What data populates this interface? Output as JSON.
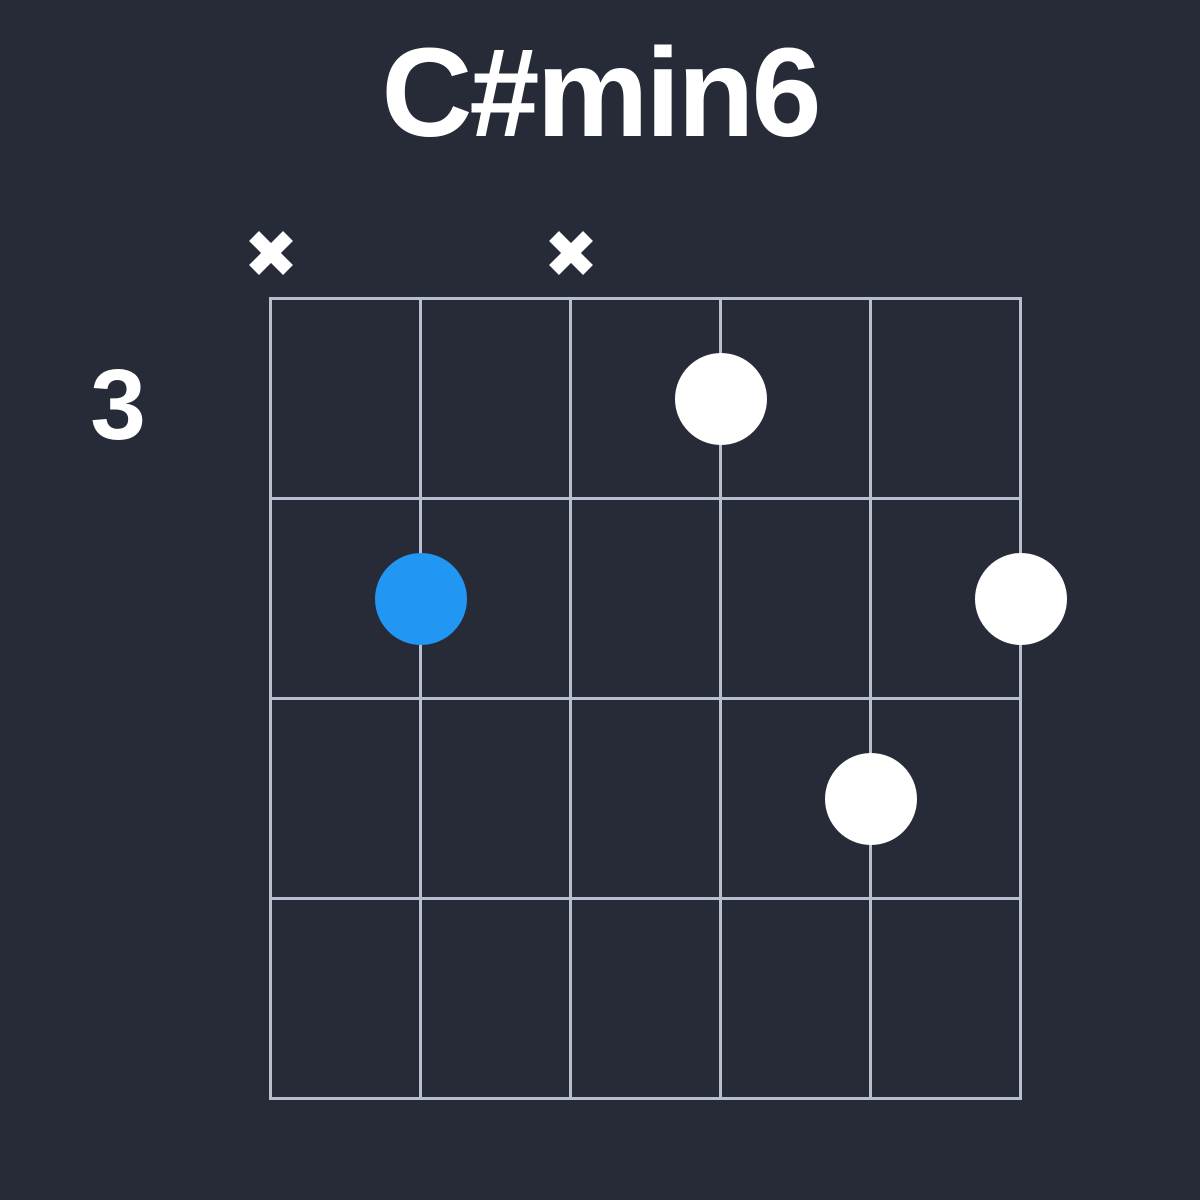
{
  "title": "C#min6",
  "colors": {
    "background": "#262b37",
    "text": "#ffffff",
    "grid_line": "#b7bfd0",
    "dot_white": "#ffffff",
    "dot_blue": "#2196f3"
  },
  "diagram": {
    "strings": 6,
    "frets": 4,
    "fret_label": "3",
    "muted_symbol": "×",
    "muted_strings": [
      1,
      3
    ],
    "dots": [
      {
        "string": 4,
        "fret": 1,
        "color": "white"
      },
      {
        "string": 2,
        "fret": 2,
        "color": "blue"
      },
      {
        "string": 6,
        "fret": 2,
        "color": "white"
      },
      {
        "string": 5,
        "fret": 3,
        "color": "white"
      }
    ]
  }
}
